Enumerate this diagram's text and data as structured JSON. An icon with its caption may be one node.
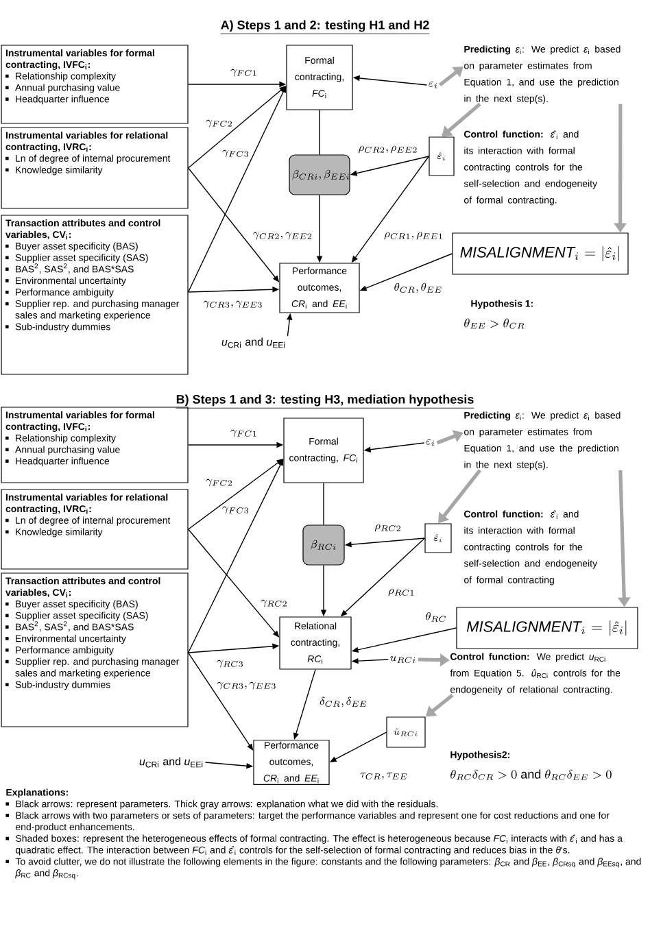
{
  "diagram": {
    "nodes": [
      {
        "text": [
          "Instrumental variables for formal contracting, IVFC$_{i}$:",
          "Relationship complexity",
          "Annual purchasing value",
          "Headquarter influence"
        ]
      },
      {
        "text": [
          "Instrumental variables for relational contracting, IVRC$_{i}$:",
          "Ln of degree of internal procurement",
          "Knowledge similarity"
        ]
      },
      {
        "text": [
          "Transaction attributes and control variables, CV$_{i}$:",
          "Buyer asset specificity (BAS)",
          "Supplier asset specificity (SAS)",
          "BAS$^{2}$, SAS$^{2}$, and BAS*SAS",
          "Environmental uncertainty",
          "Performance ambiguity",
          "Supplier rep. and purchasing manager sales and marketing experience",
          "Sub-industry dummies"
        ]
      },
      {
        "text": [
          "Formal contracting, *FC*$_{i}$"
        ]
      },
      {
        "text": [
          "\\beta_{CRi}, \\beta_{EEi}"
        ]
      },
      {
        "text": [
          "Performance outcomes, *CR*$_{i}$ and *EE*$_{i}$"
        ]
      },
      {
        "text": [
          "\\varepsilon_{i}"
        ]
      },
      {
        "text": [
          "\\hat{\\varepsilon}_{i}"
        ]
      },
      {
        "text": [
          "**Predicting** *ε*$_{i}$: We predict *ε*$_{i}$ based on parameter estimates from Equation 1, and use the prediction in the next step(s)."
        ]
      },
      {
        "text": [
          "\\mathit{MISALIGNMENT}_{i} = \\left|\\hat{\\varepsilon}_{i}\\right|"
        ]
      },
      {
        "text": [
          "*u*$_{CRi}$ and *u*$_{EEi}$"
        ]
      },
      {
        "text": [
          "Instrumental variables for formal contracting, IVFC$_{i}$:",
          "Relationship complexity",
          "Annual purchasing value",
          "Headquarter influence"
        ]
      },
      {
        "text": [
          "Instrumental variables for relational contracting, IVRC$_{i}$:",
          "Ln of degree of internal procurement",
          "Knowledge similarity"
        ]
      },
      {
        "text": [
          "Transaction attributes and control variables, CV$_{i}$:",
          "Buyer asset specificity (BAS)",
          "Supplier asset specificity (SAS)",
          "BAS$^{2}$, SAS$^{2}$, and BAS*SAS",
          "Environmental uncertainty",
          "Performance ambiguity",
          "Supplier rep. and purchasing manager sales and marketing experience",
          "Sub-industry dummies"
        ]
      },
      {
        "text": [
          "Formal contracting, *FC*$_{i}$"
        ]
      },
      {
        "text": [
          "\\beta_{RCi}"
        ]
      },
      {
        "text": [
          "Relational contracting, *RC*$_{i}$"
        ]
      },
      {
        "text": [
          "Performance outcomes, *CR*$_{i}$ and *EE*$_{i}$"
        ]
      },
      {
        "text": [
          "\\varepsilon_{i}"
        ]
      },
      {
        "text": [
          "\\hat{\\varepsilon}_{i}"
        ]
      },
      {
        "text": [
          "**Predicting** *ε*$_{i}$: We predict *ε*$_{i}$ based on parameter estimates from Equation 1, and use the prediction in the next step(s)."
        ]
      },
      {
        "text": [
          "\\mathit{MISALIGNMENT}_{i} = \\left|\\hat{\\varepsilon}_{i}\\right|"
        ]
      },
      {
        "text": [
          "u_{RCi}"
        ]
      },
      {
        "text": [
          "**Control function:** We predict *u*$_{RCi}$ from Equation 5. *û*$_{RCi}$ controls for the endogeneity of relational contracting."
        ]
      },
      {
        "text": [
          "\\hat{u}_{RCi}"
        ]
      },
      {
        "text": [
          "*u*$_{CRi}$ and *u*$_{EEi}$"
        ]
      }
    ],
    "edges": [
      {
        "from": 0,
        "to": 3,
        "arrow": "to",
        "label": "\\gamma_{FC1}"
      },
      {
        "from": 1,
        "to": 3,
        "arrow": "to",
        "label": "\\gamma_{FC2}"
      },
      {
        "from": 2,
        "to": 3,
        "arrow": "to",
        "label": "\\gamma_{FC3}"
      },
      {
        "from": 1,
        "to": 5,
        "arrow": "to",
        "label": "\\gamma_{CR2}, \\gamma_{EE2}"
      },
      {
        "from": 2,
        "to": 5,
        "arrow": "to",
        "label": "\\gamma_{CR3}, \\gamma_{EE3}"
      },
      {
        "from": 3,
        "to": 4,
        "arrow": "none"
      },
      {
        "from": 4,
        "to": 5,
        "arrow": "to"
      },
      {
        "from": 6,
        "to": 3,
        "arrow": "to"
      },
      {
        "from": 7,
        "to": 4,
        "arrow": "to",
        "label": "\\rho_{CR2}, \\rho_{EE2}"
      },
      {
        "from": 7,
        "to": 5,
        "arrow": "to",
        "label": "\\rho_{CR1}, \\rho_{EE1}"
      },
      {
        "from": 9,
        "to": 5,
        "arrow": "to",
        "label": "\\theta_{CR}, \\theta_{EE}"
      },
      {
        "from": 10,
        "to": 5,
        "arrow": "to"
      },
      {
        "from": 6,
        "to": 8,
        "arrow": "to",
        "style": "thick",
        "color": "#a6a6a6"
      },
      {
        "from": 8,
        "to": 7,
        "arrow": "to",
        "style": "thick",
        "color": "#a6a6a6"
      },
      {
        "from": 8,
        "to": 9,
        "arrow": "to",
        "style": "thick",
        "color": "#a6a6a6"
      },
      {
        "from": 11,
        "to": 14,
        "arrow": "to",
        "label": "\\gamma_{FC1}"
      },
      {
        "from": 12,
        "to": 14,
        "arrow": "to",
        "label": "\\gamma_{FC2}"
      },
      {
        "from": 13,
        "to": 14,
        "arrow": "to",
        "label": "\\gamma_{FC3}"
      },
      {
        "from": 12,
        "to": 16,
        "arrow": "to",
        "label": "\\gamma_{RC2}"
      },
      {
        "from": 13,
        "to": 16,
        "arrow": "to",
        "label": "\\gamma_{RC3}"
      },
      {
        "from": 13,
        "to": 17,
        "arrow": "to",
        "label": "\\gamma_{CR3}, \\gamma_{EE3}"
      },
      {
        "from": 14,
        "to": 15,
        "arrow": "none"
      },
      {
        "from": 15,
        "to": 16,
        "arrow": "to"
      },
      {
        "from": 18,
        "to": 14,
        "arrow": "to"
      },
      {
        "from": 19,
        "to": 15,
        "arrow": "to",
        "label": "\\rho_{RC2}"
      },
      {
        "from": 19,
        "to": 16,
        "arrow": "to",
        "label": "\\rho_{RC1}"
      },
      {
        "from": 21,
        "to": 16,
        "arrow": "to",
        "label": "\\theta_{RC}"
      },
      {
        "from": 22,
        "to": 16,
        "arrow": "to"
      },
      {
        "from": 16,
        "to": 17,
        "arrow": "to",
        "label": "\\delta_{CR}, \\delta_{EE}"
      },
      {
        "from": 24,
        "to": 17,
        "arrow": "to",
        "label": "\\tau_{CR}, \\tau_{EE}"
      },
      {
        "from": 25,
        "to": 17,
        "arrow": "to"
      },
      {
        "from": 18,
        "to": 20,
        "arrow": "to",
        "style": "thick",
        "color": "#a6a6a6"
      },
      {
        "from": 20,
        "to": 19,
        "arrow": "to",
        "style": "thick",
        "color": "#a6a6a6"
      },
      {
        "from": 20,
        "to": 21,
        "arrow": "to",
        "style": "thick",
        "color": "#a6a6a6"
      },
      {
        "from": 22,
        "to": 23,
        "arrow": "to",
        "style": "thick",
        "color": "#a6a6a6"
      },
      {
        "from": 23,
        "to": 24,
        "arrow": "to",
        "style": "thick",
        "color": "#a6a6a6"
      }
    ],
    "labels": [
      "A) Steps 1 and 2: testing H1 and H2",
      "**Control function:** *ε̂*$_{i}$ and its interaction with formal contracting controls for the self-selection and endogeneity of formal contracting.",
      "Hypothesis 1:",
      "\\theta_{EE} > \\theta_{CR}",
      "B) Steps 1 and 3: testing H3, mediation hypothesis",
      "**Control function:** *ε̂*$_{i}$ and its interaction with formal contracting controls for the self-selection and endogeneity of formal contracting",
      "Hypothesis2:",
      "\\theta_{RC}\\delta_{CR} > 0 \\mbox{ and } \\theta_{RC}\\delta_{EE} > 0",
      "Explanations:",
      "Black arrows: represent parameters. Thick gray arrows: explanation what we did with the residuals.",
      "Black arrows with two parameters or sets of parameters: target the performance variables and represent one for cost reductions and one for end-product enhancements.",
      "Shaded boxes: represent the heterogeneous effects of formal contracting. The effect is heterogeneous because *FC*$_{i}$ interacts with *ε̂*$_{i}$ and has a quadratic effect. The interaction between *FC*$_{i}$ and *ε̂*$_{i}$ controls for the self-selection of formal contracting and reduces bias in the *θ*'s.",
      "To avoid clutter, we do not illustrate the following elements in the figure: constants and the following parameters: *β*$_{CR}$ and *β*$_{EE}$, *β*$_{CRsq}$ and *β*$_{EEsq}$, and *β*$_{RC}$ and *β*$_{RCsq}$."
    ]
  }
}
